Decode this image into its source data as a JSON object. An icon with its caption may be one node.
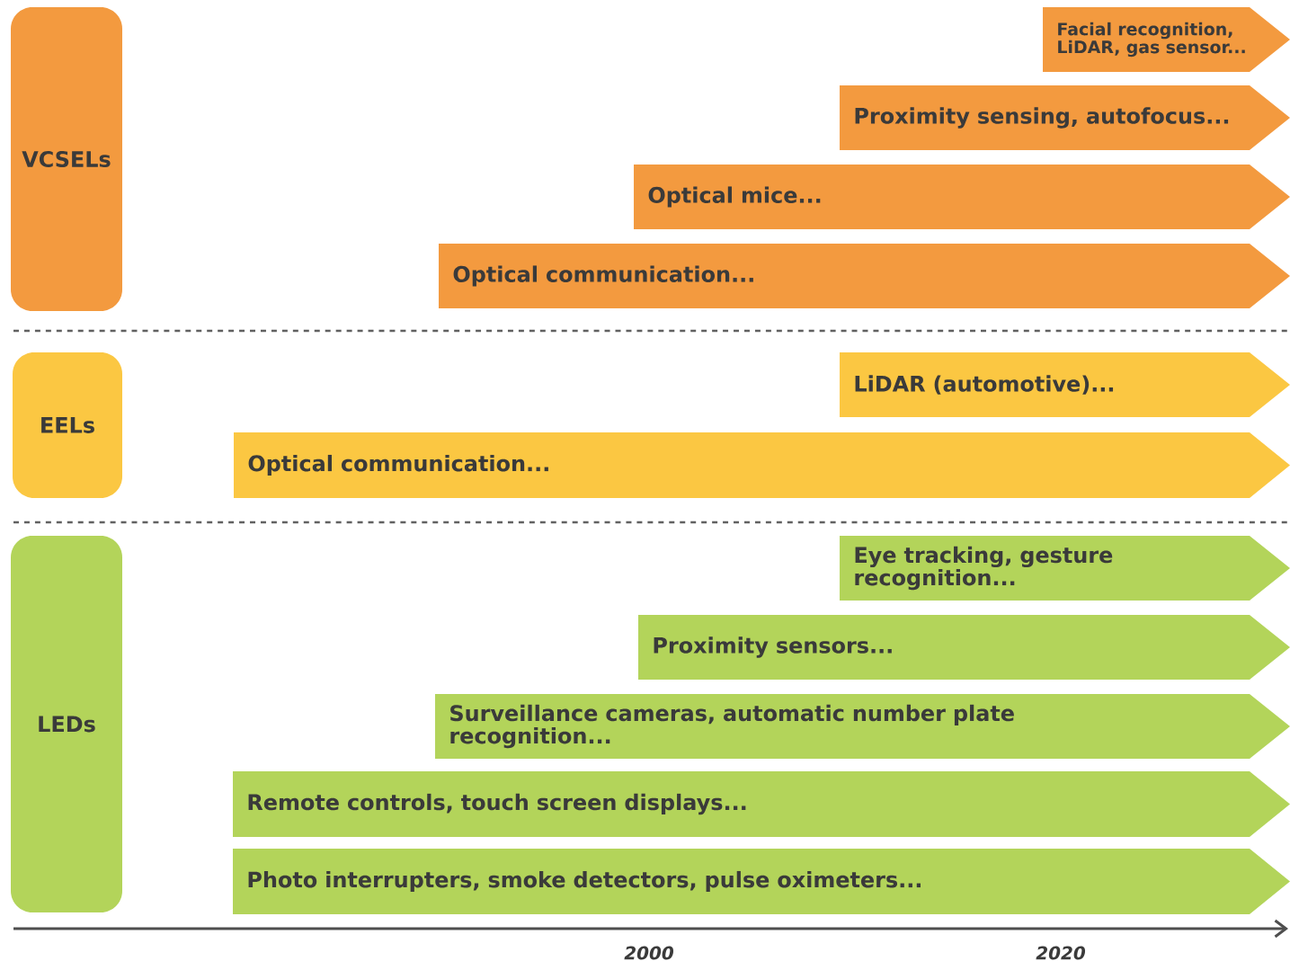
{
  "diagram": {
    "nodes": [
      {
        "text": [
          "VCSELs"
        ]
      },
      {
        "text": [
          "Facial recognition, LiDAR, gas sensor..."
        ]
      },
      {
        "text": [
          "Proximity sensing, autofocus..."
        ]
      },
      {
        "text": [
          "Optical mice..."
        ]
      },
      {
        "text": [
          "Optical communication..."
        ]
      },
      {
        "text": [
          "EELs"
        ]
      },
      {
        "text": [
          "LiDAR (automotive)..."
        ]
      },
      {
        "text": [
          "Optical communication..."
        ]
      },
      {
        "text": [
          "LEDs"
        ]
      },
      {
        "text": [
          "Eye tracking, gesture recognition..."
        ]
      },
      {
        "text": [
          "Proximity sensors..."
        ]
      },
      {
        "text": [
          "Surveillance cameras, automatic number plate recognition..."
        ]
      },
      {
        "text": [
          "Remote controls, touch screen displays..."
        ]
      },
      {
        "text": [
          "Photo interrupters, smoke detectors, pulse oximeters..."
        ]
      }
    ],
    "edges": [],
    "labels": [
      "2000",
      "2020"
    ]
  }
}
